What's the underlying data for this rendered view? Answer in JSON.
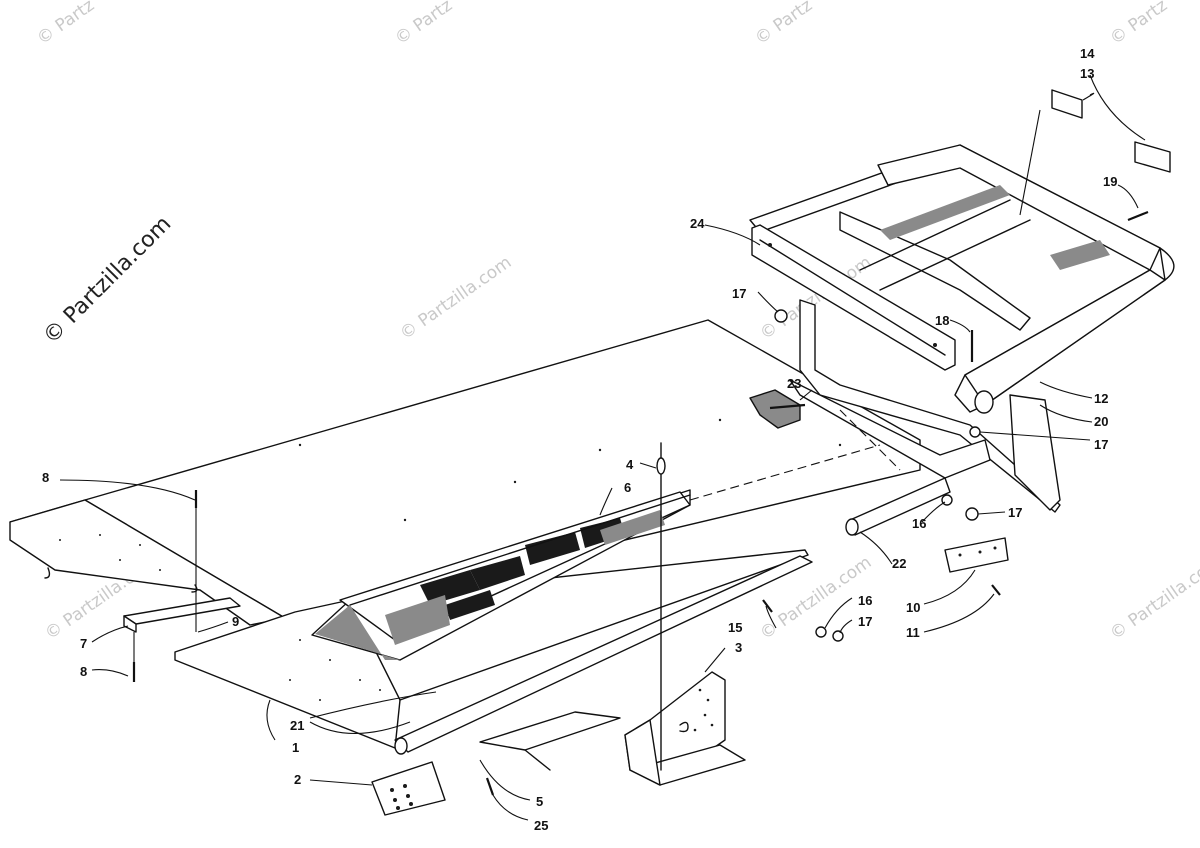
{
  "watermark": {
    "main": "© Partzilla.com",
    "faint": "© Partzilla.com",
    "partial": "© Partz"
  },
  "callouts": [
    "1",
    "2",
    "3",
    "4",
    "5",
    "6",
    "7",
    "8",
    "8",
    "9",
    "10",
    "11",
    "12",
    "13",
    "14",
    "15",
    "16",
    "16",
    "17",
    "17",
    "17",
    "17",
    "18",
    "19",
    "20",
    "21",
    "22",
    "23",
    "24",
    "25"
  ],
  "colors": {
    "ink": "#111111",
    "watermark": "#c9c9c9",
    "background": "#ffffff"
  }
}
